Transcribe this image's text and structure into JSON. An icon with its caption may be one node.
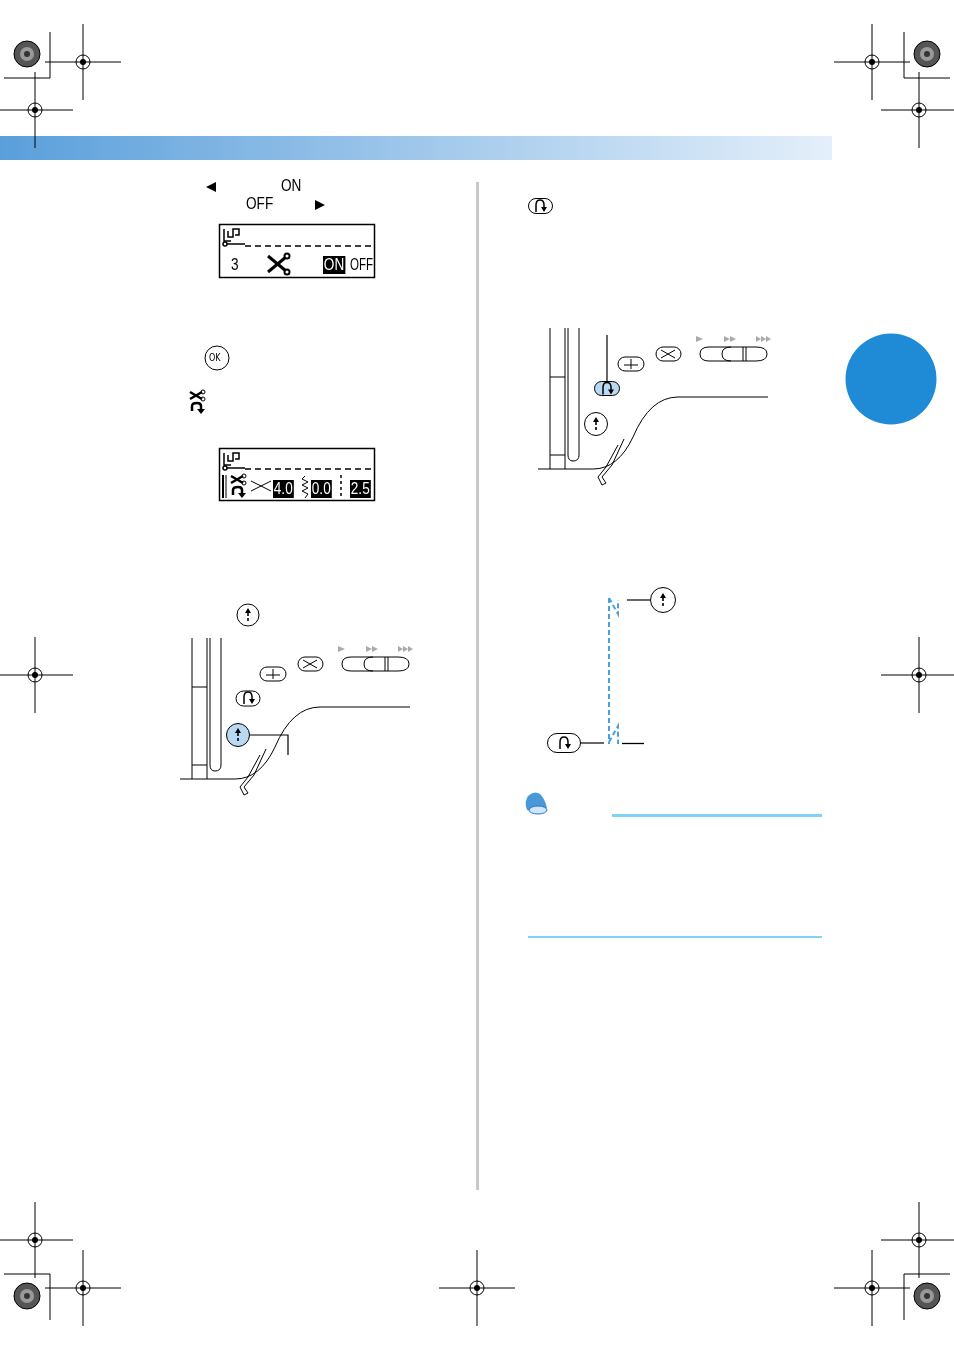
{
  "diagram": {
    "nodes": [
      {
        "text": [],
        "shape": "circle"
      },
      {
        "text": [],
        "shape": "box"
      },
      {
        "text": [],
        "shape": "circle"
      },
      {
        "text": [],
        "shape": "box"
      },
      {
        "text": [],
        "shape": "circle"
      }
    ],
    "edges": [
      {
        "from": 0,
        "to": null,
        "arrow": "none"
      },
      {
        "from": 1,
        "to": null,
        "arrow": "none"
      },
      {
        "from": 2,
        "to": null,
        "arrow": "none"
      },
      {
        "from": 3,
        "to": null,
        "arrow": "none"
      }
    ],
    "labels": [
      "ON",
      "OFF",
      "3",
      "ON",
      "OFF",
      "OK",
      "4.0",
      "0.0",
      "2.5"
    ]
  }
}
